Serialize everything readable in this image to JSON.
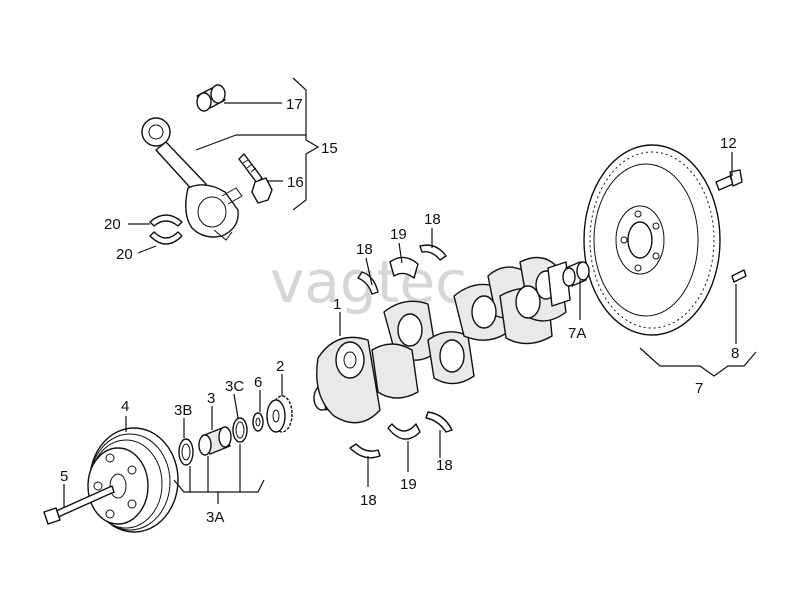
{
  "watermark": "vagtec.ru",
  "callouts": {
    "p1": "1",
    "p2": "2",
    "p3": "3",
    "p3a": "3A",
    "p3b": "3B",
    "p3c": "3C",
    "p4": "4",
    "p5": "5",
    "p6": "6",
    "p7": "7",
    "p7a": "7A",
    "p8": "8",
    "p12": "12",
    "p15": "15",
    "p16": "16",
    "p17": "17",
    "p18a": "18",
    "p18b": "18",
    "p18c": "18",
    "p18d": "18",
    "p19a": "19",
    "p19b": "19",
    "p20a": "20",
    "p20b": "20"
  }
}
